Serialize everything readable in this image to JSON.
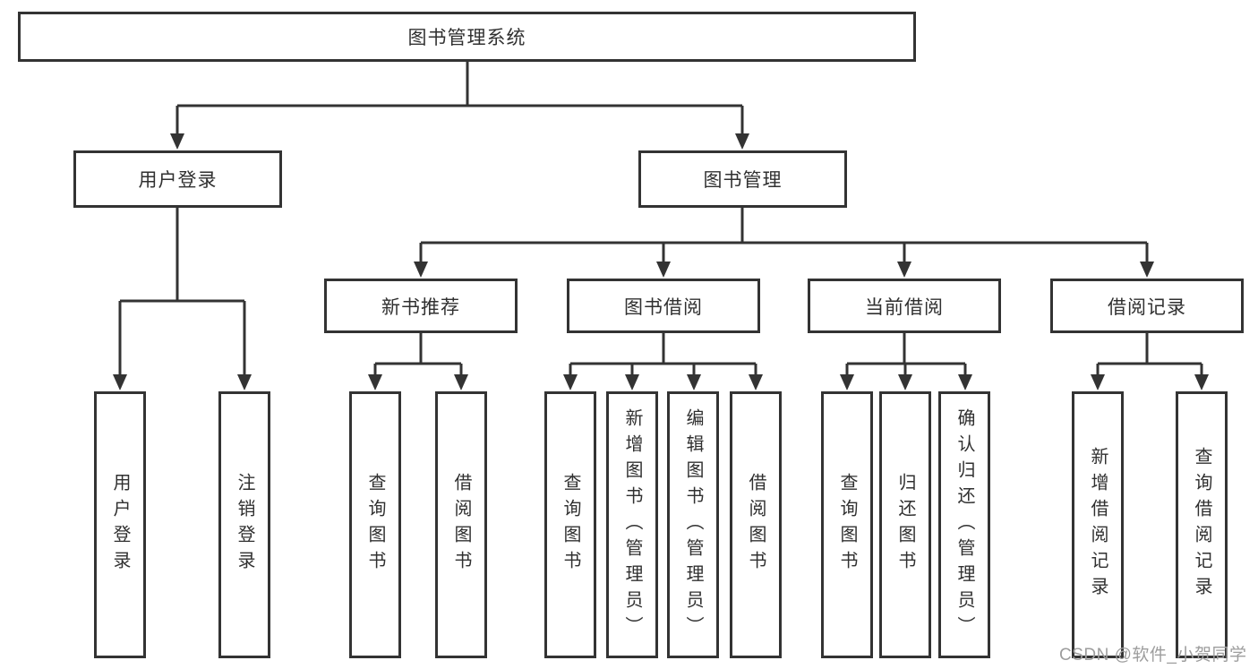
{
  "diagram": {
    "root": {
      "label": "图书管理系统"
    },
    "level2": [
      {
        "id": "user-login",
        "label": "用户登录"
      },
      {
        "id": "book-management",
        "label": "图书管理"
      }
    ],
    "level3": [
      {
        "id": "new-book-recommendation",
        "parent": "图书管理",
        "label": "新书推荐"
      },
      {
        "id": "book-borrowing",
        "parent": "图书管理",
        "label": "图书借阅"
      },
      {
        "id": "current-borrowing",
        "parent": "图书管理",
        "label": "当前借阅"
      },
      {
        "id": "borrowing-records",
        "parent": "图书管理",
        "label": "借阅记录"
      }
    ],
    "leaves": [
      {
        "parent": "用户登录",
        "label": "用户登录"
      },
      {
        "parent": "用户登录",
        "label": "注销登录"
      },
      {
        "parent": "新书推荐",
        "label": "查询图书"
      },
      {
        "parent": "新书推荐",
        "label": "借阅图书"
      },
      {
        "parent": "图书借阅",
        "label": "查询图书"
      },
      {
        "parent": "图书借阅",
        "label": "新增图书（管理员）"
      },
      {
        "parent": "图书借阅",
        "label": "编辑图书（管理员）"
      },
      {
        "parent": "图书借阅",
        "label": "借阅图书"
      },
      {
        "parent": "当前借阅",
        "label": "查询图书"
      },
      {
        "parent": "当前借阅",
        "label": "归还图书"
      },
      {
        "parent": "当前借阅",
        "label": "确认归还（管理员）"
      },
      {
        "parent": "借阅记录",
        "label": "新增借阅记录"
      },
      {
        "parent": "借阅记录",
        "label": "查询借阅记录"
      }
    ]
  },
  "watermark": {
    "text": "CSDN @软件_小贺同学"
  },
  "colors": {
    "line": "#333333",
    "text": "#303030",
    "background": "#ffffff",
    "watermark": "#9d9d9d"
  }
}
